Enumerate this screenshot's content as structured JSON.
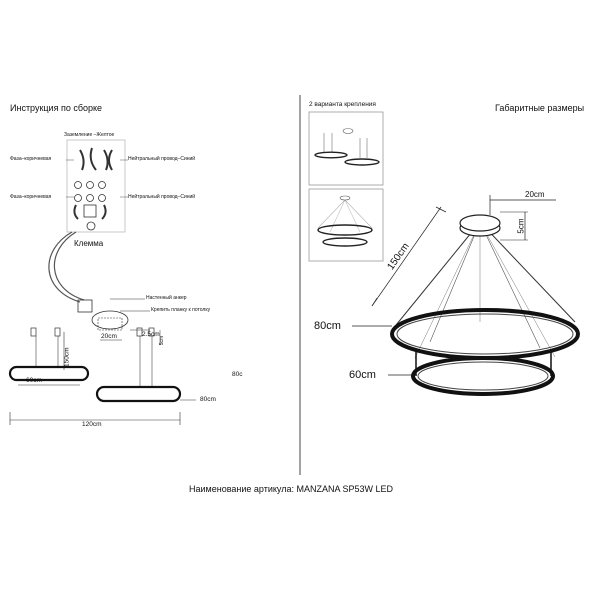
{
  "left_panel": {
    "title": "Инструкция по сборке",
    "ground_label": "Заземление –Желтое",
    "phase_label_top": "Фаза–коричневая",
    "neutral_label_top": "Нейтральный провод–Синий",
    "phase_label_bottom": "Фаза–коричневая",
    "neutral_label_bottom": "Нейтральный провод–Синий",
    "terminal_label": "Клемма",
    "anchor_label": "Настенный анкер",
    "plate_label": "Крепить планку к потолку",
    "dim_20": "20cm",
    "dim_25": "2.5cm",
    "dim_5": "5cm",
    "dim_150": "150cm",
    "dim_60": "60cm",
    "dim_80": "80cm",
    "dim_120": "120cm",
    "dim_80c": "80c"
  },
  "right_panel": {
    "mount_title": "2 варианта крепления",
    "dims_title": "Габаритные размеры",
    "dim_20": "20cm",
    "dim_5": "5cm",
    "dim_150": "150cm",
    "dim_80": "80cm",
    "dim_60": "60cm"
  },
  "footer": {
    "article": "Наименование артикула: MANZANA SP53W LED"
  }
}
